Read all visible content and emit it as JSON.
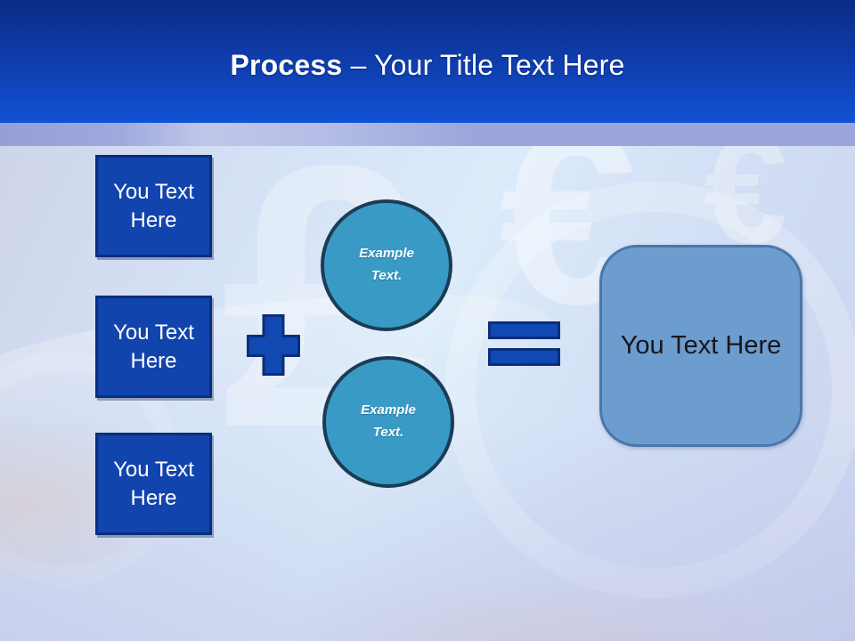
{
  "slide": {
    "title": {
      "bold": "Process",
      "rest": " – Your Title Text Here"
    },
    "inputs": [
      {
        "label": "You Text Here"
      },
      {
        "label": "You Text Here"
      },
      {
        "label": "You Text Here"
      }
    ],
    "operators": {
      "plus": "plus-icon",
      "equals": "equals-icon"
    },
    "circles": [
      {
        "label": "Example Text."
      },
      {
        "label": "Example Text."
      }
    ],
    "result": {
      "label": "You Text Here"
    },
    "watermarks": {
      "pound": "£",
      "euro": "€"
    },
    "colors": {
      "header_top": "#0a2a86",
      "header_bottom": "#1252d6",
      "band": "#9aa5dc",
      "square_fill": "#1244ad",
      "square_border": "#0a2e7c",
      "operator_fill": "#1148b2",
      "operator_border": "#0a2e7c",
      "circle_fill": "#3a9ac6",
      "circle_border": "#1b3c55",
      "result_fill": "#6d9dcf",
      "result_border": "#4878ab"
    }
  }
}
